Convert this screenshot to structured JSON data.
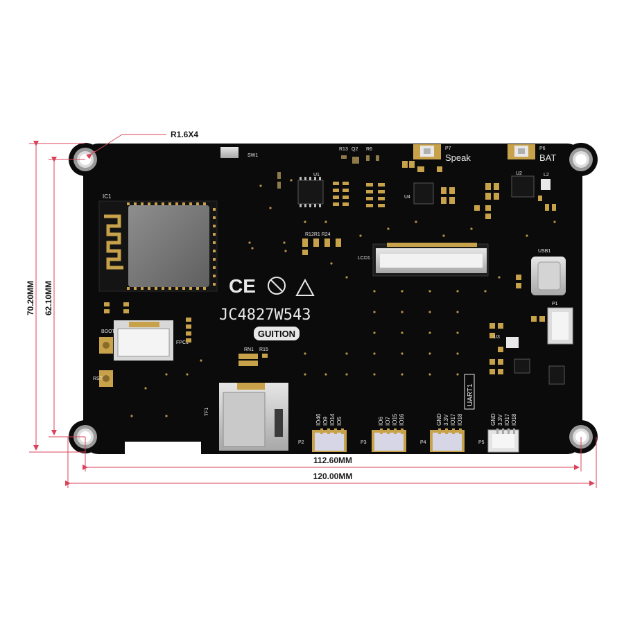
{
  "dimensions": {
    "radius": "R1.6X4",
    "height_outer": "70.20MM",
    "height_inner": "62.10MM",
    "width_inner": "112.60MM",
    "width_outer": "120.00MM"
  },
  "board": {
    "model": "JC4827W543",
    "brand": "GUITION",
    "cert_ce": "CE"
  },
  "labels": {
    "ic1": "IC1",
    "sw1": "SW1",
    "u1": "U1",
    "u2": "U2",
    "u3": "U3",
    "u4": "U4",
    "lcd1": "LCD1",
    "usb1": "USB1",
    "fpc1": "FPC1",
    "boot": "BOOT",
    "rst": "RST",
    "tf": "TF1",
    "p1": "P1",
    "p2": "P2",
    "p3": "P3",
    "p4": "P4",
    "p5": "P5",
    "p6": "P6",
    "p7": "P7",
    "bat": "BAT",
    "speak": "Speak",
    "uart1": "UART1",
    "l2": "L2",
    "r13": "R13",
    "q2": "Q2",
    "r6": "R6",
    "r15": "R15",
    "rn1": "RN1",
    "r12r1r24": "R12R1 R24",
    "p2_pins": [
      "IO46",
      "IO9",
      "IO14",
      "IO5"
    ],
    "p3_pins": [
      "IO6",
      "IO7",
      "IO15",
      "IO16"
    ],
    "p4_pins": [
      "GND",
      "3.3V",
      "IO17",
      "IO18"
    ],
    "p5_pins": [
      "GND",
      "3.3V",
      "IO17",
      "IO18"
    ]
  },
  "colors": {
    "pcb": "#0b0b0b",
    "dimension_line": "#d9435a",
    "gold": "#c8a24a",
    "silkscreen": "#e8e8e8"
  }
}
